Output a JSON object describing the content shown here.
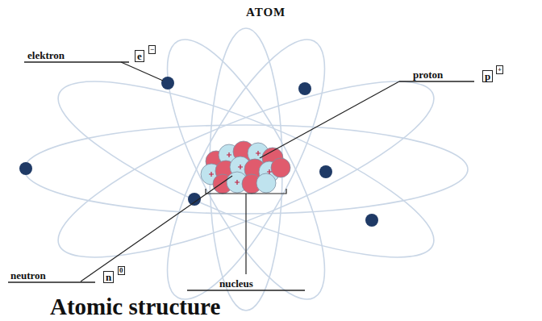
{
  "diagram": {
    "title": "ATOM",
    "caption": "Atomic structure",
    "labels": [
      "elektron",
      "e",
      "−",
      "proton",
      "p",
      "+",
      "neutron",
      "n",
      "0",
      "nucleus"
    ]
  }
}
